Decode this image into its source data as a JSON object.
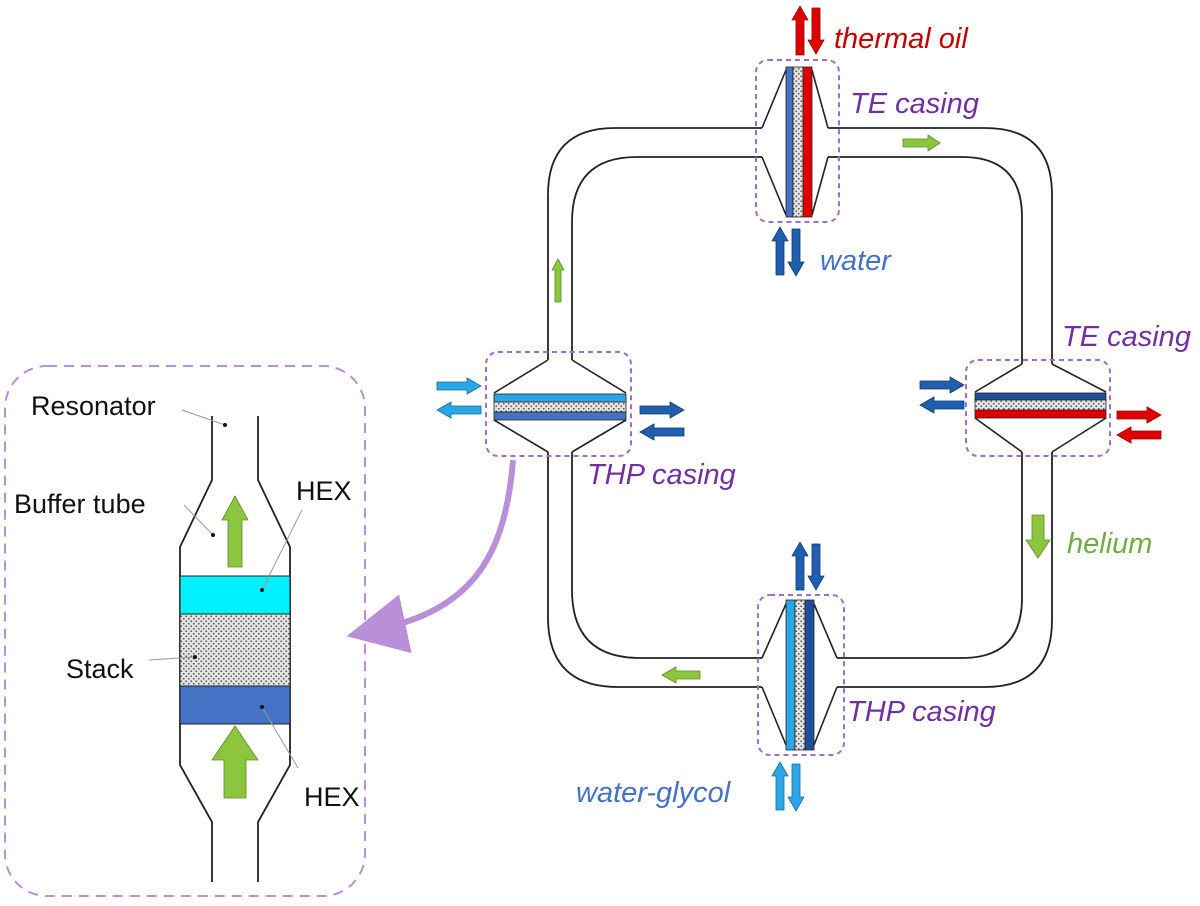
{
  "colors": {
    "thermal_oil": "#e00000",
    "water": "#1f5fae",
    "water_glycol": "#2aa6e6",
    "helium": "#8cc63f",
    "casing": "#9c6fc9",
    "hex_hot": "#00f0ff",
    "hex_cold": "#4472c4",
    "stack": "#cfcfcf",
    "label_purple": "#7030a0",
    "label_blue": "#4472c4",
    "label_red": "#c00000",
    "label_green": "#70ad47"
  },
  "loop_labels": {
    "thermal_oil": "thermal oil",
    "te_casing_top": "TE casing",
    "water": "water",
    "te_casing_right": "TE casing",
    "thp_casing_left": "THP casing",
    "helium": "helium",
    "thp_casing_bottom": "THP casing",
    "water_glycol": "water-glycol"
  },
  "detail_labels": {
    "resonator": "Resonator",
    "buffer_tube": "Buffer tube",
    "hex_top": "HEX",
    "stack": "Stack",
    "hex_bottom": "HEX"
  }
}
